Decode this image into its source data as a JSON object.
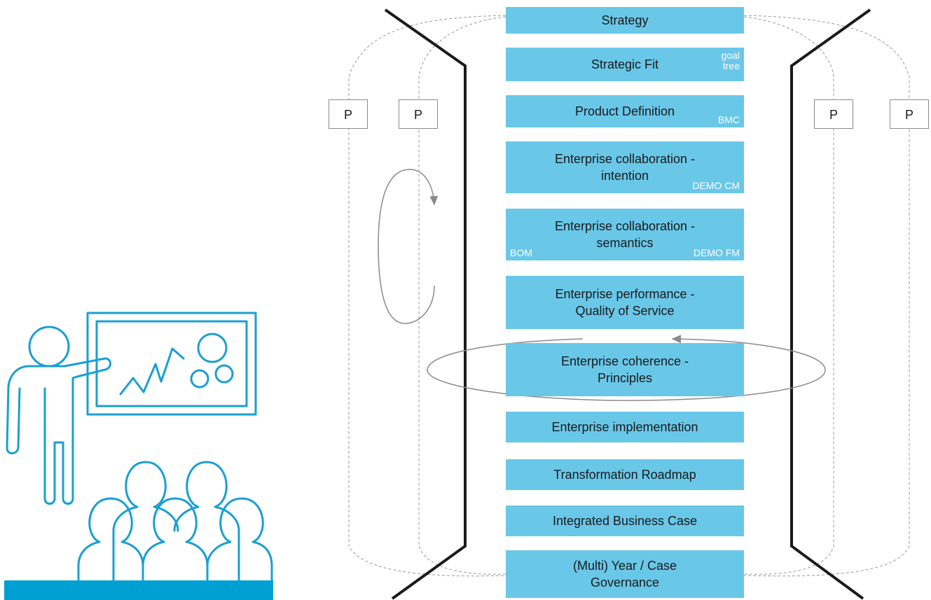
{
  "layers": [
    {
      "label": "Strategy"
    },
    {
      "label": "Strategic Fit",
      "tag": "goal tree"
    },
    {
      "label": "Product Definition",
      "tag": "BMC"
    },
    {
      "label": "Enterprise collaboration - intention",
      "tag": "DEMO CM"
    },
    {
      "label": "Enterprise collaboration - semantics",
      "tag_left": "BOM",
      "tag": "DEMO FM"
    },
    {
      "label": "Enterprise performance - Quality of Service"
    },
    {
      "label": "Enterprise coherence - Principles"
    },
    {
      "label": "Enterprise implementation"
    },
    {
      "label": "Transformation Roadmap"
    },
    {
      "label": "Integrated Business Case"
    },
    {
      "label": "(Multi) Year / Case Governance"
    }
  ],
  "p_markers": [
    "P",
    "P",
    "P",
    "P"
  ],
  "icons": {
    "presenter": "presenter-with-whiteboard-icon",
    "audience": "audience-icon"
  },
  "colors": {
    "box": "#69c7e8",
    "icon": "#1a9fd2",
    "floor": "#00a0d2",
    "frame": "#1a1a1a",
    "dashed": "#9a9a9a"
  }
}
